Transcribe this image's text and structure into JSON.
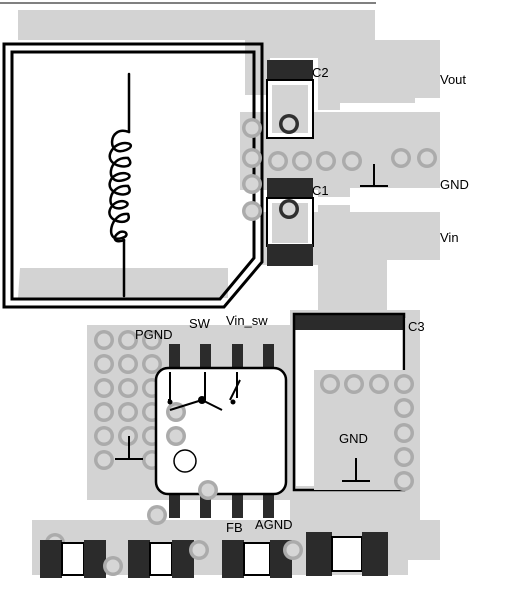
{
  "labels": {
    "c2": "C2",
    "c1": "C1",
    "c3": "C3",
    "vout": "Vout",
    "gnd_right": "GND",
    "vin": "Vin",
    "pgnd": "PGND",
    "sw": "SW",
    "vin_sw": "Vin_sw",
    "gnd_c3": "GND",
    "fb": "FB",
    "agnd": "AGND"
  },
  "colors": {
    "copper": "#d3d3d3",
    "pad": "#2b2b2b",
    "silkscreen": "#000000",
    "background": "#ffffff"
  }
}
